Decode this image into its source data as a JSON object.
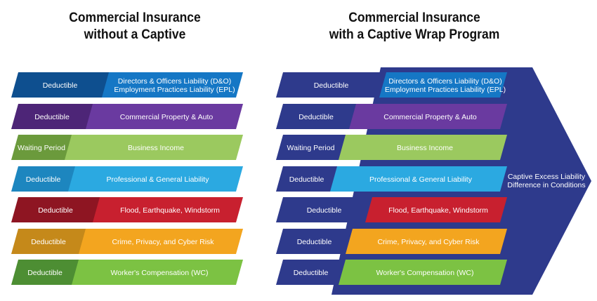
{
  "titles": {
    "left": [
      "Commercial Insurance",
      "without a Captive"
    ],
    "right": [
      "Commercial Insurance",
      "with a Captive Wrap Program"
    ]
  },
  "captive": {
    "label_lines": [
      "Captive Excess Liability",
      "Difference in Conditions"
    ],
    "color": "#2e3a8c"
  },
  "rows": [
    {
      "retention": "Deductible",
      "coverage_lines": [
        "Directors & Officers Liability (D&O)",
        "Employment Practices Liability (EPL)"
      ],
      "dark": "#0e4f8f",
      "light": "#1577c5"
    },
    {
      "retention": "Deductible",
      "coverage_lines": [
        "Commercial Property & Auto"
      ],
      "dark": "#4d2577",
      "light": "#6a3aa0"
    },
    {
      "retention": "Waiting Period",
      "coverage_lines": [
        "Business Income"
      ],
      "dark": "#6b9a3c",
      "light": "#9bc95f"
    },
    {
      "retention": "Deductible",
      "coverage_lines": [
        "Professional & General Liability"
      ],
      "dark": "#1d86bf",
      "light": "#2ba9e1"
    },
    {
      "retention": "Deductible",
      "coverage_lines": [
        "Flood, Earthquake, Windstorm"
      ],
      "dark": "#8e1522",
      "light": "#c8202f"
    },
    {
      "retention": "Deductible",
      "coverage_lines": [
        "Crime, Privacy, and Cyber Risk"
      ],
      "dark": "#c5891a",
      "light": "#f3a51f"
    },
    {
      "retention": "Deductible",
      "coverage_lines": [
        "Worker's Compensation (WC)"
      ],
      "dark": "#4d8e33",
      "light": "#7cc243"
    }
  ],
  "retention_color_right": "#2e3a8c"
}
